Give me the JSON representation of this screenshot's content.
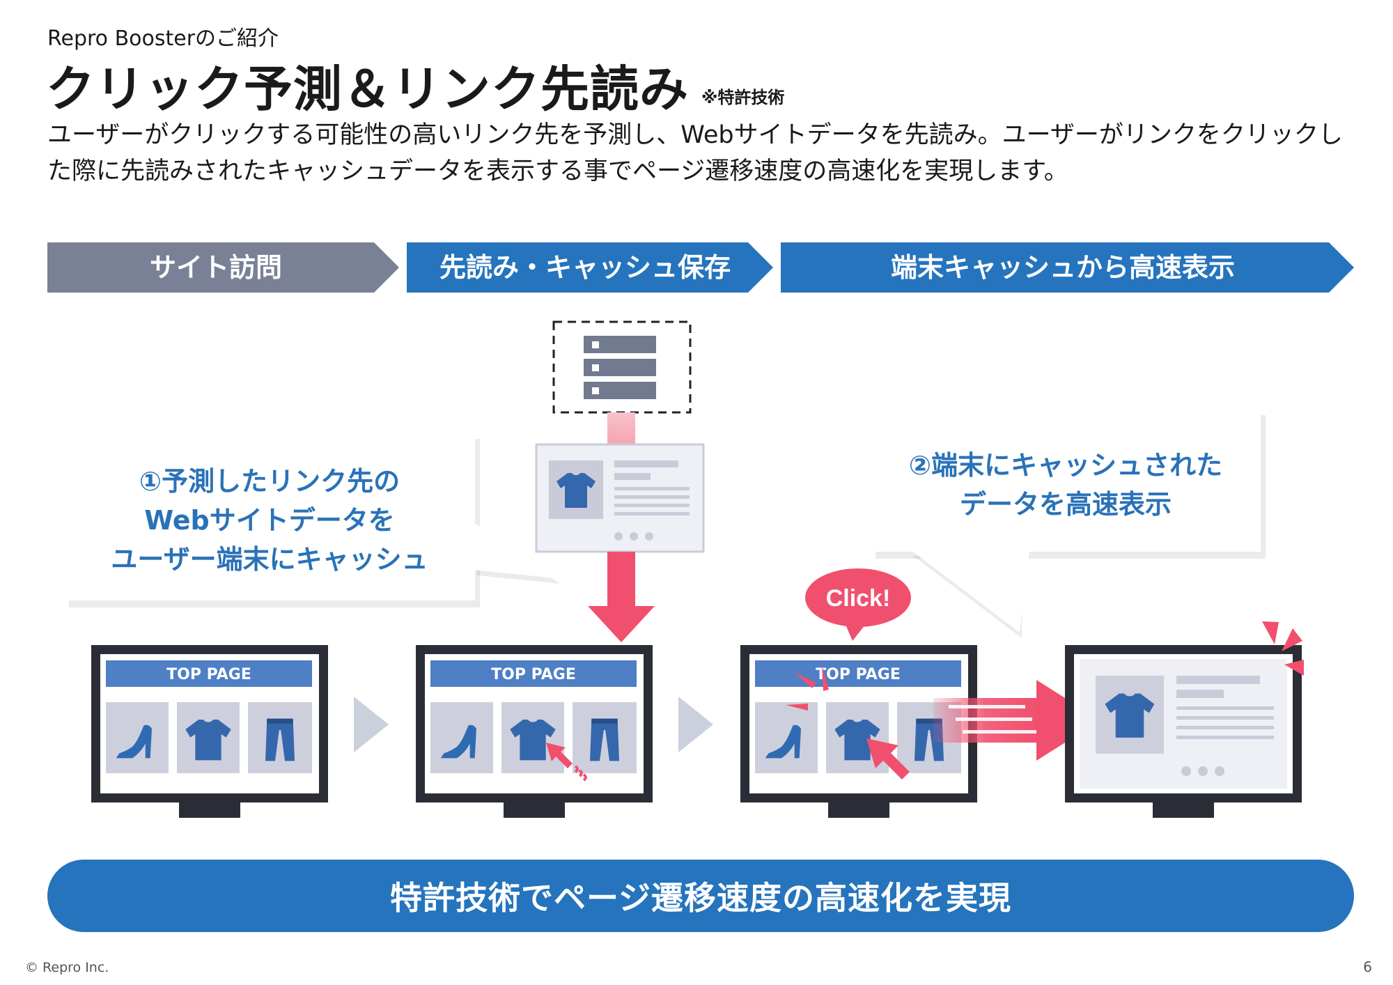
{
  "header": {
    "subtitle": "Repro Boosterのご紹介",
    "title": "クリック予測＆リンク先読み",
    "title_note": "※特許技術",
    "description": "ユーザーがクリックする可能性の高いリンク先を予測し、Webサイトデータを先読み。ユーザーがリンクをクリックした際に先読みされたキャッシュデータを表示する事でページ遷移速度の高速化を実現します。"
  },
  "stages": [
    {
      "label": "サイト訪問",
      "color": "#7a8196"
    },
    {
      "label": "先読み・キャッシュ保存",
      "color": "#2574bd"
    },
    {
      "label": "端末キャッシュから高速表示",
      "color": "#2574bd"
    }
  ],
  "callouts": {
    "step1": [
      "①予測したリンク先の",
      "Webサイトデータを",
      "ユーザー端末にキャッシュ"
    ],
    "step2": [
      "②端末にキャッシュされた",
      "データを高速表示"
    ]
  },
  "screens": {
    "top_page_label": "TOP PAGE",
    "click_label": "Click!"
  },
  "banner": "特許技術でページ遷移速度の高速化を実現",
  "footer": {
    "copyright": "© Repro Inc.",
    "page_number": "6"
  },
  "colors": {
    "accent_blue": "#2574bd",
    "gray_stage": "#7a8196",
    "highlight_pink": "#f0506e",
    "monitor_dark": "#2b2d36"
  }
}
